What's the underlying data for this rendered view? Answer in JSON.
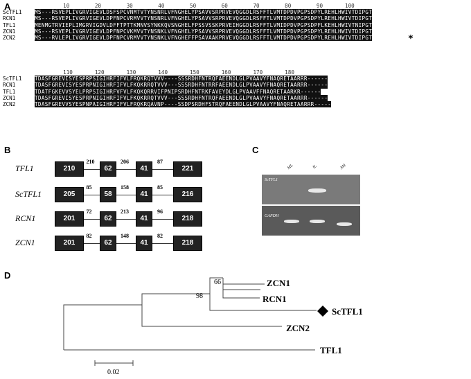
{
  "panels": {
    "a": "A",
    "b": "B",
    "c": "C",
    "d": "D"
  },
  "alignment": {
    "block1": {
      "ruler": "         10        20        30        40        50        60        70        80        90       100",
      "rows": [
        {
          "name": "ScTFL1",
          "seq": "MS---RSVEPLIVGRVIGEVLDSFSPCVNMTVTYNSNRLVFNGHELYPSAVVSRPRVEVQGGDLRSFFTLVMTDPDVPGPSDPYLREHLHWIVTDIPGT"
        },
        {
          "name": "RCN1",
          "seq": "MS---RSVEPLIVGRVIGEVLDPFNPCVRMVVTYNSNRLVFNGHELYPSAVVSRPRVEVQGGDLRSFFTLVMTDPDVPGPSDPYLREHLHWIVTDIPGT"
        },
        {
          "name": "TFL1",
          "seq": "MENMGTRVIEPLIMGRVIGDVLDFFTPTTKMNVSYNKKQVSNGHELFPSSVSSKPRVEIHGGDLRSFFTLVMIDPDVPGPSDPFLKEHLHWIVTNIPGT"
        },
        {
          "name": "ZCN1",
          "seq": "MS---RSVEPLIVGRVIGEVLDPFNPCVKMVVTYNSNKLVFNGHELYPSAVVSRPRVEVQGGDLRSFFTLVMTDPDVPGPSDPYLREHLHWIVTDIPGT"
        },
        {
          "name": "ZCN2",
          "seq": "MS---RVLEPLIVGRVIGEVLDPFNPCVRMVVTYNSNKLVFNGHEFFPSAVAAKPRVEVQGGDLRSFFTLVMTDPDVPGPSDPYLREHLHWIVTDIPGT"
        }
      ],
      "marker": "*"
    },
    "block2": {
      "ruler": "         110       120       130       140       150       160       170       180",
      "rows": [
        {
          "name": "ScTFL1",
          "seq": "TDASFGREVISYESPRPSIGIHRFIFVLFRQKRQTVVV----SSSRDHFNTRQFAEENDLGLPVAAVYFNAQRETAARRR------"
        },
        {
          "name": "RCN1",
          "seq": "TDASFGREVISYESPRPNIGIHRFIFVLFKQKRRQTVVV---SSSRDHFNTRRFAEENDLGLPVAAVYFNAQRETAARRR------"
        },
        {
          "name": "TFL1",
          "seq": "TDATFGKEVVSYELPRPSIGIHRFVFVLFKQKQRRVIFPNIPSRDHFNTRKFAVEYDLGLPVAAVFFNAQRETAARKR------"
        },
        {
          "name": "ZCN1",
          "seq": "TDASFGREVISYESPRPNIGIHRFIFVLFKQKRRQTVVV---SSSRDHFNTRQFAEENDLGLPVAAVYFNAQRETAARRR------"
        },
        {
          "name": "ZCN2",
          "seq": "TDASFGREVVSYESPNPAIGIHRFIFVLFRQKRQAVNP----SSDPSRDHFSTRQFAEENDLGLPVAAVYFNAQRETAARRR-----"
        }
      ]
    }
  },
  "gene_structures": [
    {
      "gene": "TFL1",
      "exons": [
        "210",
        "62",
        "41",
        "221"
      ],
      "introns": [
        "210",
        "206",
        "87"
      ]
    },
    {
      "gene": "ScTFL1",
      "exons": [
        "205",
        "58",
        "41",
        "216"
      ],
      "introns": [
        "85",
        "158",
        "85"
      ]
    },
    {
      "gene": "RCN1",
      "exons": [
        "201",
        "62",
        "41",
        "218"
      ],
      "introns": [
        "72",
        "213",
        "96"
      ]
    },
    {
      "gene": "ZCN1",
      "exons": [
        "201",
        "62",
        "41",
        "218"
      ],
      "introns": [
        "82",
        "148",
        "82"
      ]
    }
  ],
  "gel": {
    "lanes": [
      "ML",
      "IL",
      "AM"
    ],
    "rows": [
      {
        "label": "ScTFL1",
        "bands": [
          0,
          1,
          0
        ]
      },
      {
        "label": "GAPDH",
        "bands": [
          1,
          1,
          1
        ]
      }
    ]
  },
  "tree": {
    "taxa": [
      "ZCN1",
      "RCN1",
      "ScTFL1",
      "ZCN2",
      "TFL1"
    ],
    "bootstrap": [
      "66",
      "98"
    ],
    "scale_label": "0.02",
    "highlight_marker": "diamond"
  }
}
